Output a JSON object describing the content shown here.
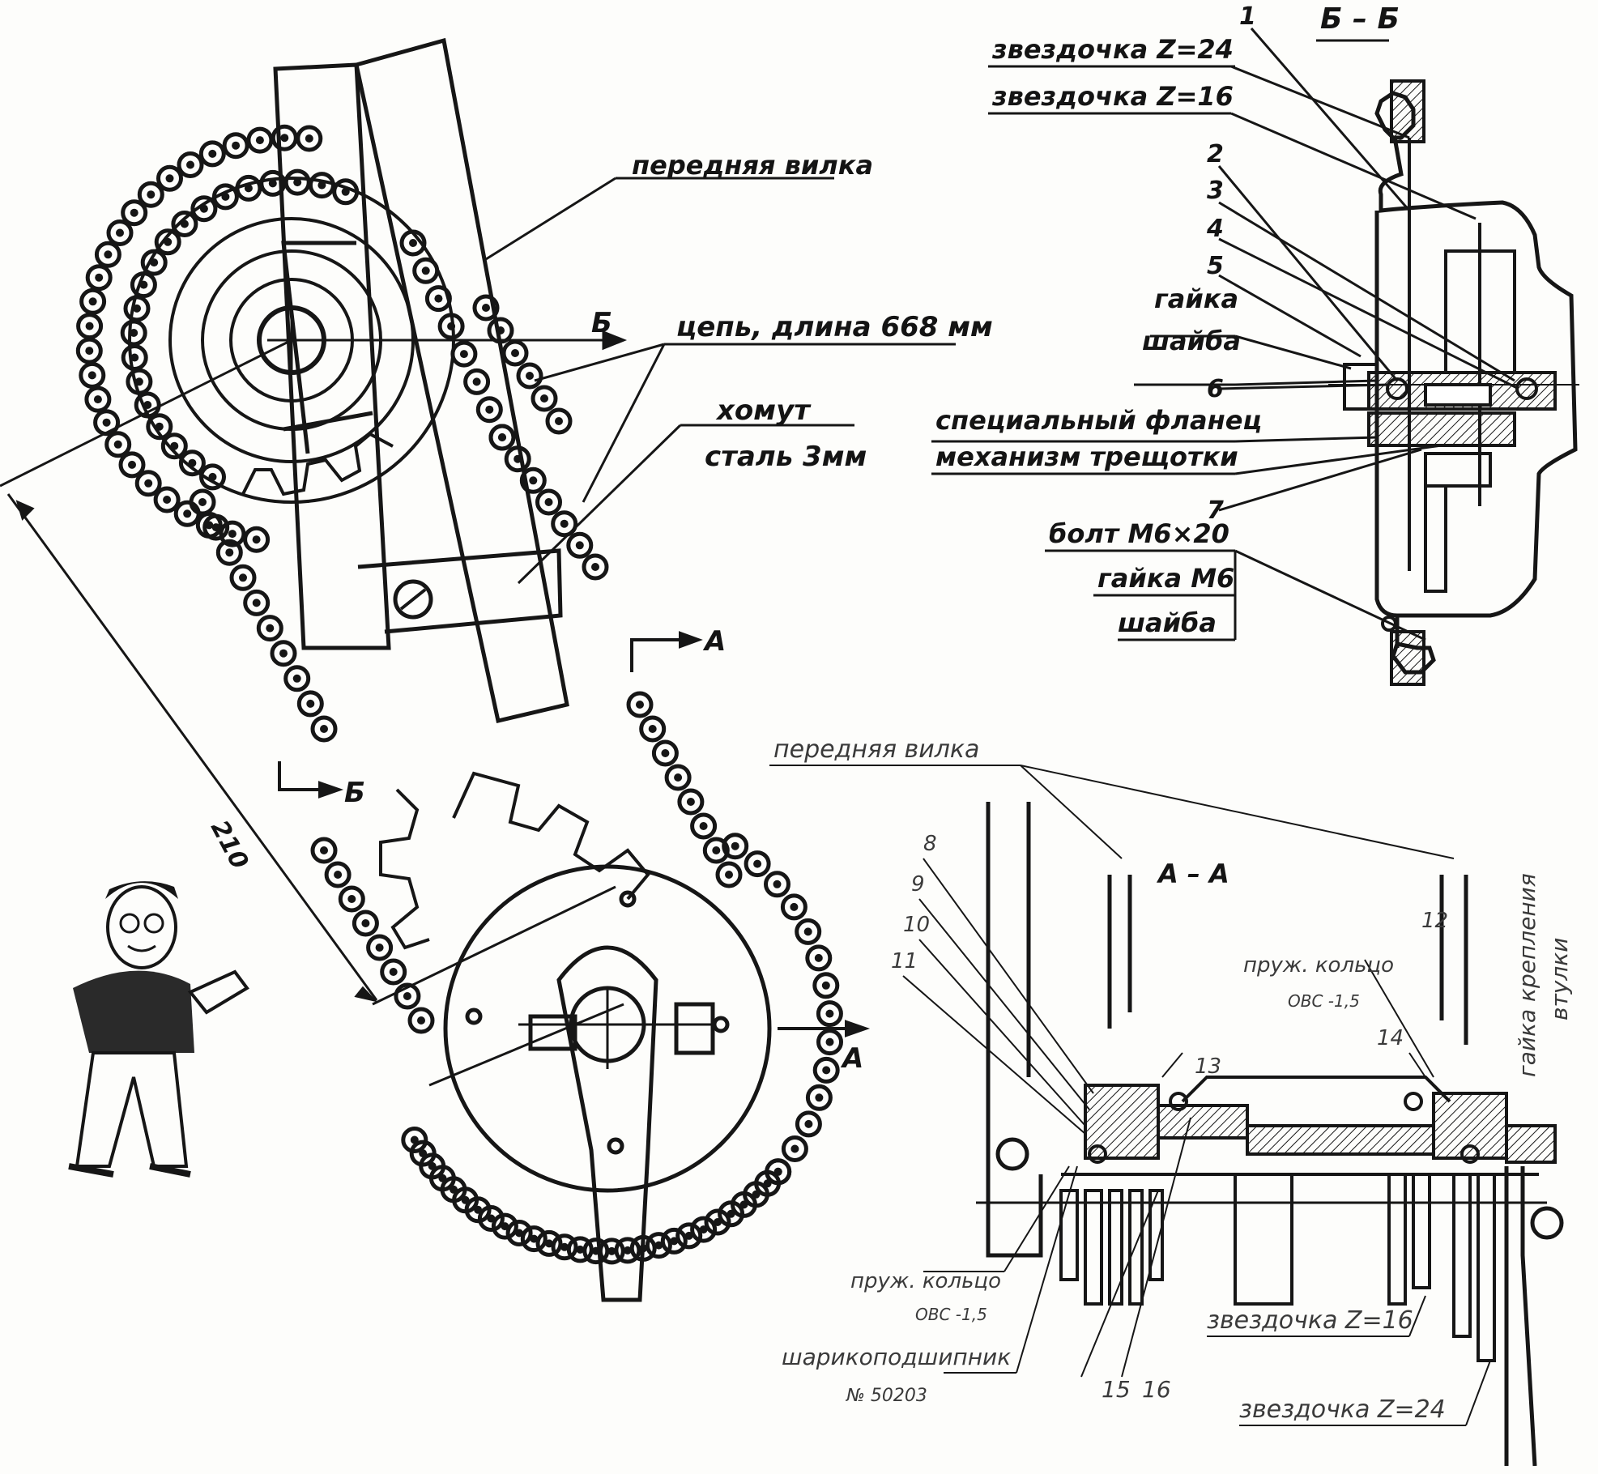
{
  "colors": {
    "ink": "#161616",
    "paper": "#fdfdfb"
  },
  "view_top": {
    "fork_label": "передняя вилка",
    "section_mark_b": "Б",
    "chain_label": "цепь, длина 668 мм",
    "clamp_label_1": "хомут",
    "clamp_label_2": "сталь 3мм",
    "dimension": "210"
  },
  "view_lower": {
    "section_mark_a_top": "А",
    "section_mark_a_side": "А",
    "section_mark_b": "Б"
  },
  "section_bb": {
    "title": "Б – Б",
    "labels": [
      "звездочка Z=24",
      "звездочка Z=16",
      "гайка",
      "шайба",
      "специальный фланец",
      "механизм трещотки",
      "болт М6×20",
      "гайка М6",
      "шайба"
    ],
    "numbers": [
      "1",
      "2",
      "3",
      "4",
      "5",
      "6",
      "7"
    ]
  },
  "section_aa": {
    "title": "А – А",
    "fork_label": "передняя вилка",
    "ring_top_1": "пруж. кольцо",
    "ring_top_2": "ОВС -1,5",
    "nut_label_1": "гайка крепления",
    "nut_label_2": "втулки",
    "ring_bottom_1": "пруж. кольцо",
    "ring_bottom_2": "ОВС -1,5",
    "bearing_1": "шарикоподшипник",
    "bearing_2": "№ 50203",
    "sprocket_16": "звездочка Z=16",
    "sprocket_24": "звездочка Z=24",
    "numbers": [
      "8",
      "9",
      "10",
      "11",
      "12",
      "13",
      "14",
      "15",
      "16"
    ]
  },
  "icons": [
    "character-mascot-icon"
  ]
}
